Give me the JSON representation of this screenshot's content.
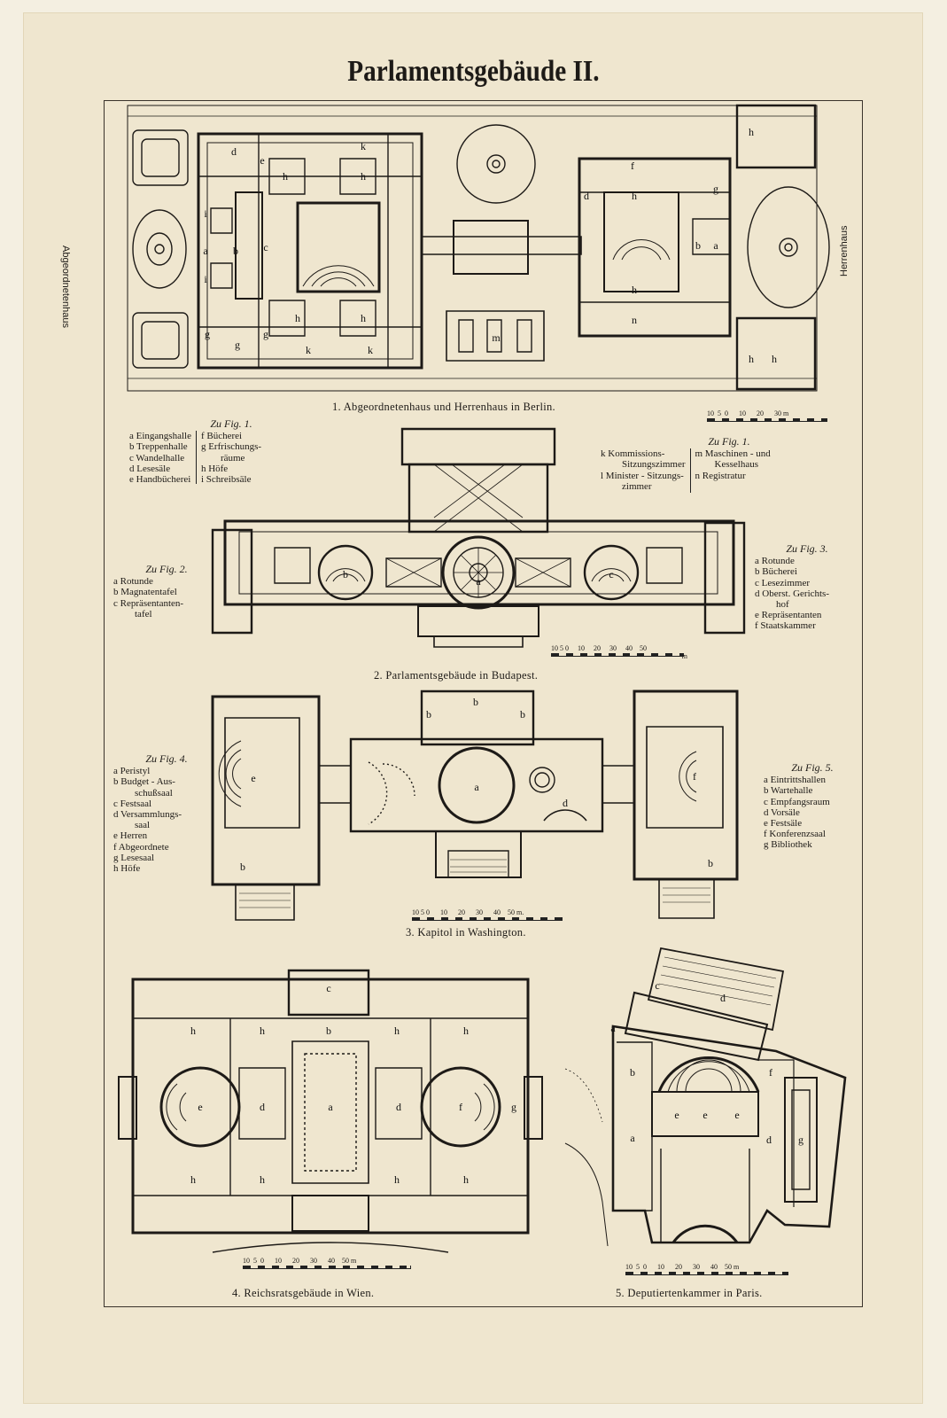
{
  "title": "Parlamentsgebäude II.",
  "figures": [
    {
      "id": "fig1",
      "caption": "1. Abgeordnetenhaus und Herrenhaus in Berlin.",
      "scale": [
        "10",
        "5",
        "0",
        "10",
        "20",
        "30 m"
      ],
      "side_labels": {
        "left": "Abgeordnetenhaus",
        "right": "Herrenhaus"
      },
      "room_letters": [
        "d",
        "e",
        "k",
        "h",
        "h",
        "i",
        "a",
        "b",
        "c",
        "i",
        "h",
        "h",
        "g",
        "g",
        "g",
        "k",
        "k",
        "h",
        "f",
        "d",
        "h",
        "h",
        "b",
        "a",
        "n",
        "m",
        "h",
        "h",
        "g"
      ]
    },
    {
      "id": "fig2",
      "caption": "2. Parlamentsgebäude in Budapest.",
      "scale": [
        "10",
        "5",
        "0",
        "10",
        "20",
        "30",
        "40",
        "50",
        "m"
      ],
      "room_letters": [
        "b",
        "a",
        "c"
      ]
    },
    {
      "id": "fig3",
      "caption": "3. Kapitol in Washington.",
      "scale": [
        "10",
        "5",
        "0",
        "10",
        "20",
        "30",
        "40",
        "50 m."
      ],
      "room_letters": [
        "b",
        "b",
        "b",
        "a",
        "d",
        "e",
        "b",
        "f",
        "b"
      ]
    },
    {
      "id": "fig4",
      "caption": "4. Reichsratsgebäude in Wien.",
      "scale": [
        "10",
        "5",
        "0",
        "10",
        "20",
        "30",
        "40",
        "50 m"
      ],
      "room_letters": [
        "c",
        "h",
        "h",
        "b",
        "h",
        "h",
        "e",
        "d",
        "a",
        "d",
        "f",
        "g",
        "h",
        "h",
        "h",
        "h"
      ]
    },
    {
      "id": "fig5",
      "caption": "5. Deputiertenkammer in Paris.",
      "scale": [
        "10",
        "5",
        "0",
        "10",
        "20",
        "30",
        "40",
        "50 m"
      ],
      "room_letters": [
        "c",
        "d",
        "a",
        "b",
        "f",
        "e",
        "e",
        "e",
        "a",
        "d",
        "g"
      ]
    }
  ],
  "legends": {
    "fig1_left": {
      "title": "Zu Fig. 1.",
      "col1": [
        "a Eingangshalle",
        "b Treppenhalle",
        "c Wandelhalle",
        "d Lesesäle",
        "e Handbücherei"
      ],
      "col2": [
        "f Bücherei",
        "g Erfrischungs-",
        "räume",
        "h Höfe",
        "i Schreibsäle"
      ]
    },
    "fig1_right": {
      "title": "Zu Fig. 1.",
      "col1": [
        "k Kommissions-",
        "Sitzungszimmer",
        "l Minister - Sitzungs-",
        "zimmer"
      ],
      "col2": [
        "m Maschinen - und",
        "Kesselhaus",
        "n Registratur"
      ]
    },
    "fig2": {
      "title": "Zu Fig. 2.",
      "items": [
        "a Rotunde",
        "b Magnatentafel",
        "c Repräsentanten-",
        "tafel"
      ]
    },
    "fig3": {
      "title": "Zu Fig. 3.",
      "items": [
        "a Rotunde",
        "b Bücherei",
        "c Lesezimmer",
        "d Oberst. Gerichts-",
        "hof",
        "e Repräsentanten",
        "f Staatskammer"
      ]
    },
    "fig4": {
      "title": "Zu Fig. 4.",
      "items": [
        "a Peristyl",
        "b Budget - Aus-",
        "schußsaal",
        "c Festsaal",
        "d Versammlungs-",
        "saal",
        "e Herren",
        "f Abgeordnete",
        "g Lesesaal",
        "h Höfe"
      ]
    },
    "fig5": {
      "title": "Zu Fig. 5.",
      "items": [
        "a Eintrittshallen",
        "b Wartehalle",
        "c Empfangsraum",
        "d Vorsäle",
        "e Festsäle",
        "f Konferenzsaal",
        "g Bibliothek"
      ]
    }
  }
}
